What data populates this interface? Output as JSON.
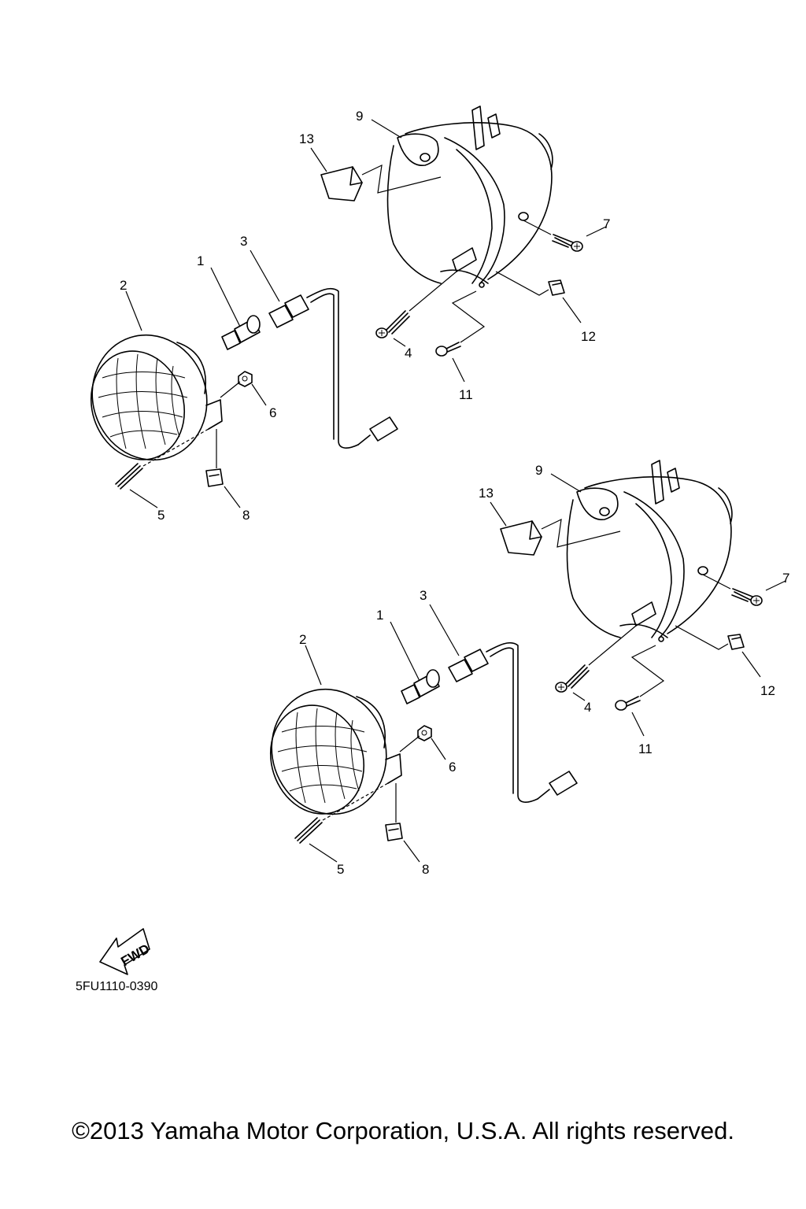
{
  "callouts": {
    "bulb": "1",
    "lens_unit": "2",
    "socket_cord": "3",
    "screw_4": "4",
    "spring": "5",
    "nut": "6",
    "screw_7": "7",
    "nut_clip_8": "8",
    "headlight_case": "9",
    "screw_11": "11",
    "clip_12": "12",
    "damper": "13"
  },
  "fwd_label": "FWD",
  "diagram_ref": "5FU1110-0390",
  "copyright": "©2013 Yamaha Motor Corporation, U.S.A. All rights reserved."
}
